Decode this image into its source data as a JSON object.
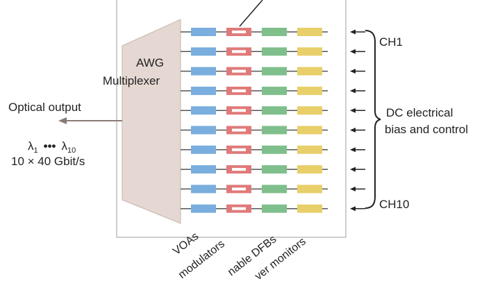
{
  "colors": {
    "awg": "#e5d8d2",
    "awg_stroke": "#c7b3aa",
    "box_stroke": "#bdbdbd",
    "waveguide": "#555555",
    "voa": "#79aede",
    "modulator": "#e07a7a",
    "dfb": "#7fbf8c",
    "monitor": "#e8cf6a",
    "output_arrow": "#8a7a74",
    "input_arrow": "#222222"
  },
  "awg": {
    "line1": "AWG",
    "line2": "Multiplexer"
  },
  "output": {
    "label": "Optical output",
    "wavelength_first": "λ",
    "wavelength_first_sub": "1",
    "wavelength_dots": "•••",
    "wavelength_last": "λ",
    "wavelength_last_sub": "10",
    "rate": "10 × 40 Gbit/s"
  },
  "channels": {
    "first": "CH1",
    "last": "CH10",
    "count": 10
  },
  "control": {
    "line1": "DC electrical",
    "line2": "bias and control"
  },
  "columns": {
    "voa": "VOAs",
    "modulator": "modulators",
    "dfb": "nable DFBs",
    "monitor": "ver monitors"
  }
}
